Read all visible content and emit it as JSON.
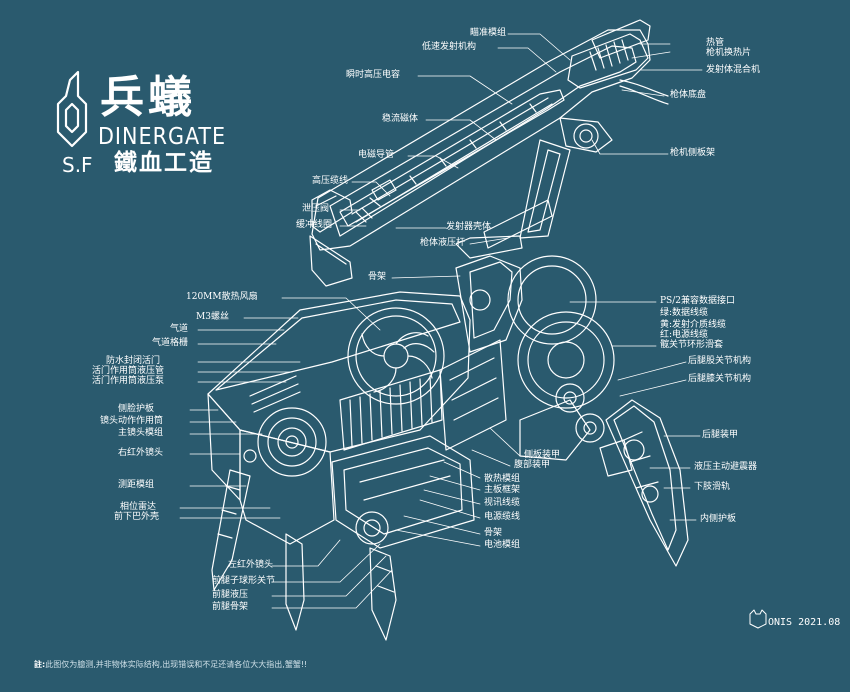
{
  "logo": {
    "title_cn": "兵蟻",
    "title_en": "DINERGATE",
    "studio_prefix": "S.F",
    "studio_cn": "鐵血工造"
  },
  "labels": {
    "aiming_module": "瞄准模组",
    "low_speed_launcher": "低速发射机构",
    "instant_high_voltage_cap": "瞬时高压电容",
    "heat_pipe": "热管",
    "gun_heat_sink": "枪机换热片",
    "launcher_mixer": "发射体混合机",
    "gun_chassis": "枪体底盘",
    "stabilizing_magnet": "稳流磁体",
    "gun_side_frame": "枪机侧板架",
    "em_guide_tube": "电磁导管",
    "high_voltage_cable": "高压缆线",
    "relief_valve": "泄压阀",
    "buffer_coil": "缓冲线圈",
    "launcher_housing": "发射器壳体",
    "gun_hydraulic_rod": "枪体液压杆",
    "skeleton_top": "骨架",
    "fan_120mm": "120MM散热风扇",
    "ps2_port": "PS/2兼容数据接口",
    "green_data_cable": "绿:数据线缆",
    "yellow_emitter_cable": "黄:发射介质线缆",
    "red_power_cable": "红:电源线缆",
    "joint_ring_sleeve": "髋关节环形滑套",
    "rear_hip_joint": "后腿股关节机构",
    "rear_knee_joint": "后腿膝关节机构",
    "m3_screw": "M3螺丝",
    "airway": "气道",
    "air_grille": "气道格栅",
    "waterproof_door": "防水封闭活门",
    "door_hydraulic_tube": "活门作用筒液压管",
    "door_hydraulic_pump": "活门作用筒液压泵",
    "side_cheek_guard": "侧脸护板",
    "lens_actuator": "镜头动作作用筒",
    "main_lens_module": "主镜头模组",
    "right_ir_lens": "右红外镜头",
    "rangefinder_module": "测距模组",
    "phase_radar": "相位雷达",
    "front_lower_jaw_shell": "前下巴外壳",
    "rear_leg_armor": "后腿装甲",
    "side_armor": "侧板装甲",
    "belly_armor": "腹部装甲",
    "heatsink_module": "散热模组",
    "mainboard_frame": "主板框架",
    "video_cable": "视讯线缆",
    "hydraulic_avoider": "液压主动避震器",
    "power_cable": "电源缆线",
    "lower_limb_rail": "下肢滑轨",
    "skeleton_bottom": "骨架",
    "battery_module": "电池模组",
    "inner_guard_plate": "内侧护板",
    "left_ir_lens": "左红外镜头",
    "front_ball_joint": "前腿子球形关节",
    "front_hydraulic": "前腿液压",
    "front_skeleton": "前腿骨架"
  },
  "signature": "ONIS 2021.08",
  "footnote_prefix": "註:",
  "footnote": "此图仅为臆测,并非物体实际结构,出现错误和不足还请各位大大指出,蟹蟹!!",
  "colors": {
    "background": "#2a5a6e",
    "line": "#ffffff",
    "fill_light": "#3a6c80",
    "fill_dark": "#1e4556"
  }
}
